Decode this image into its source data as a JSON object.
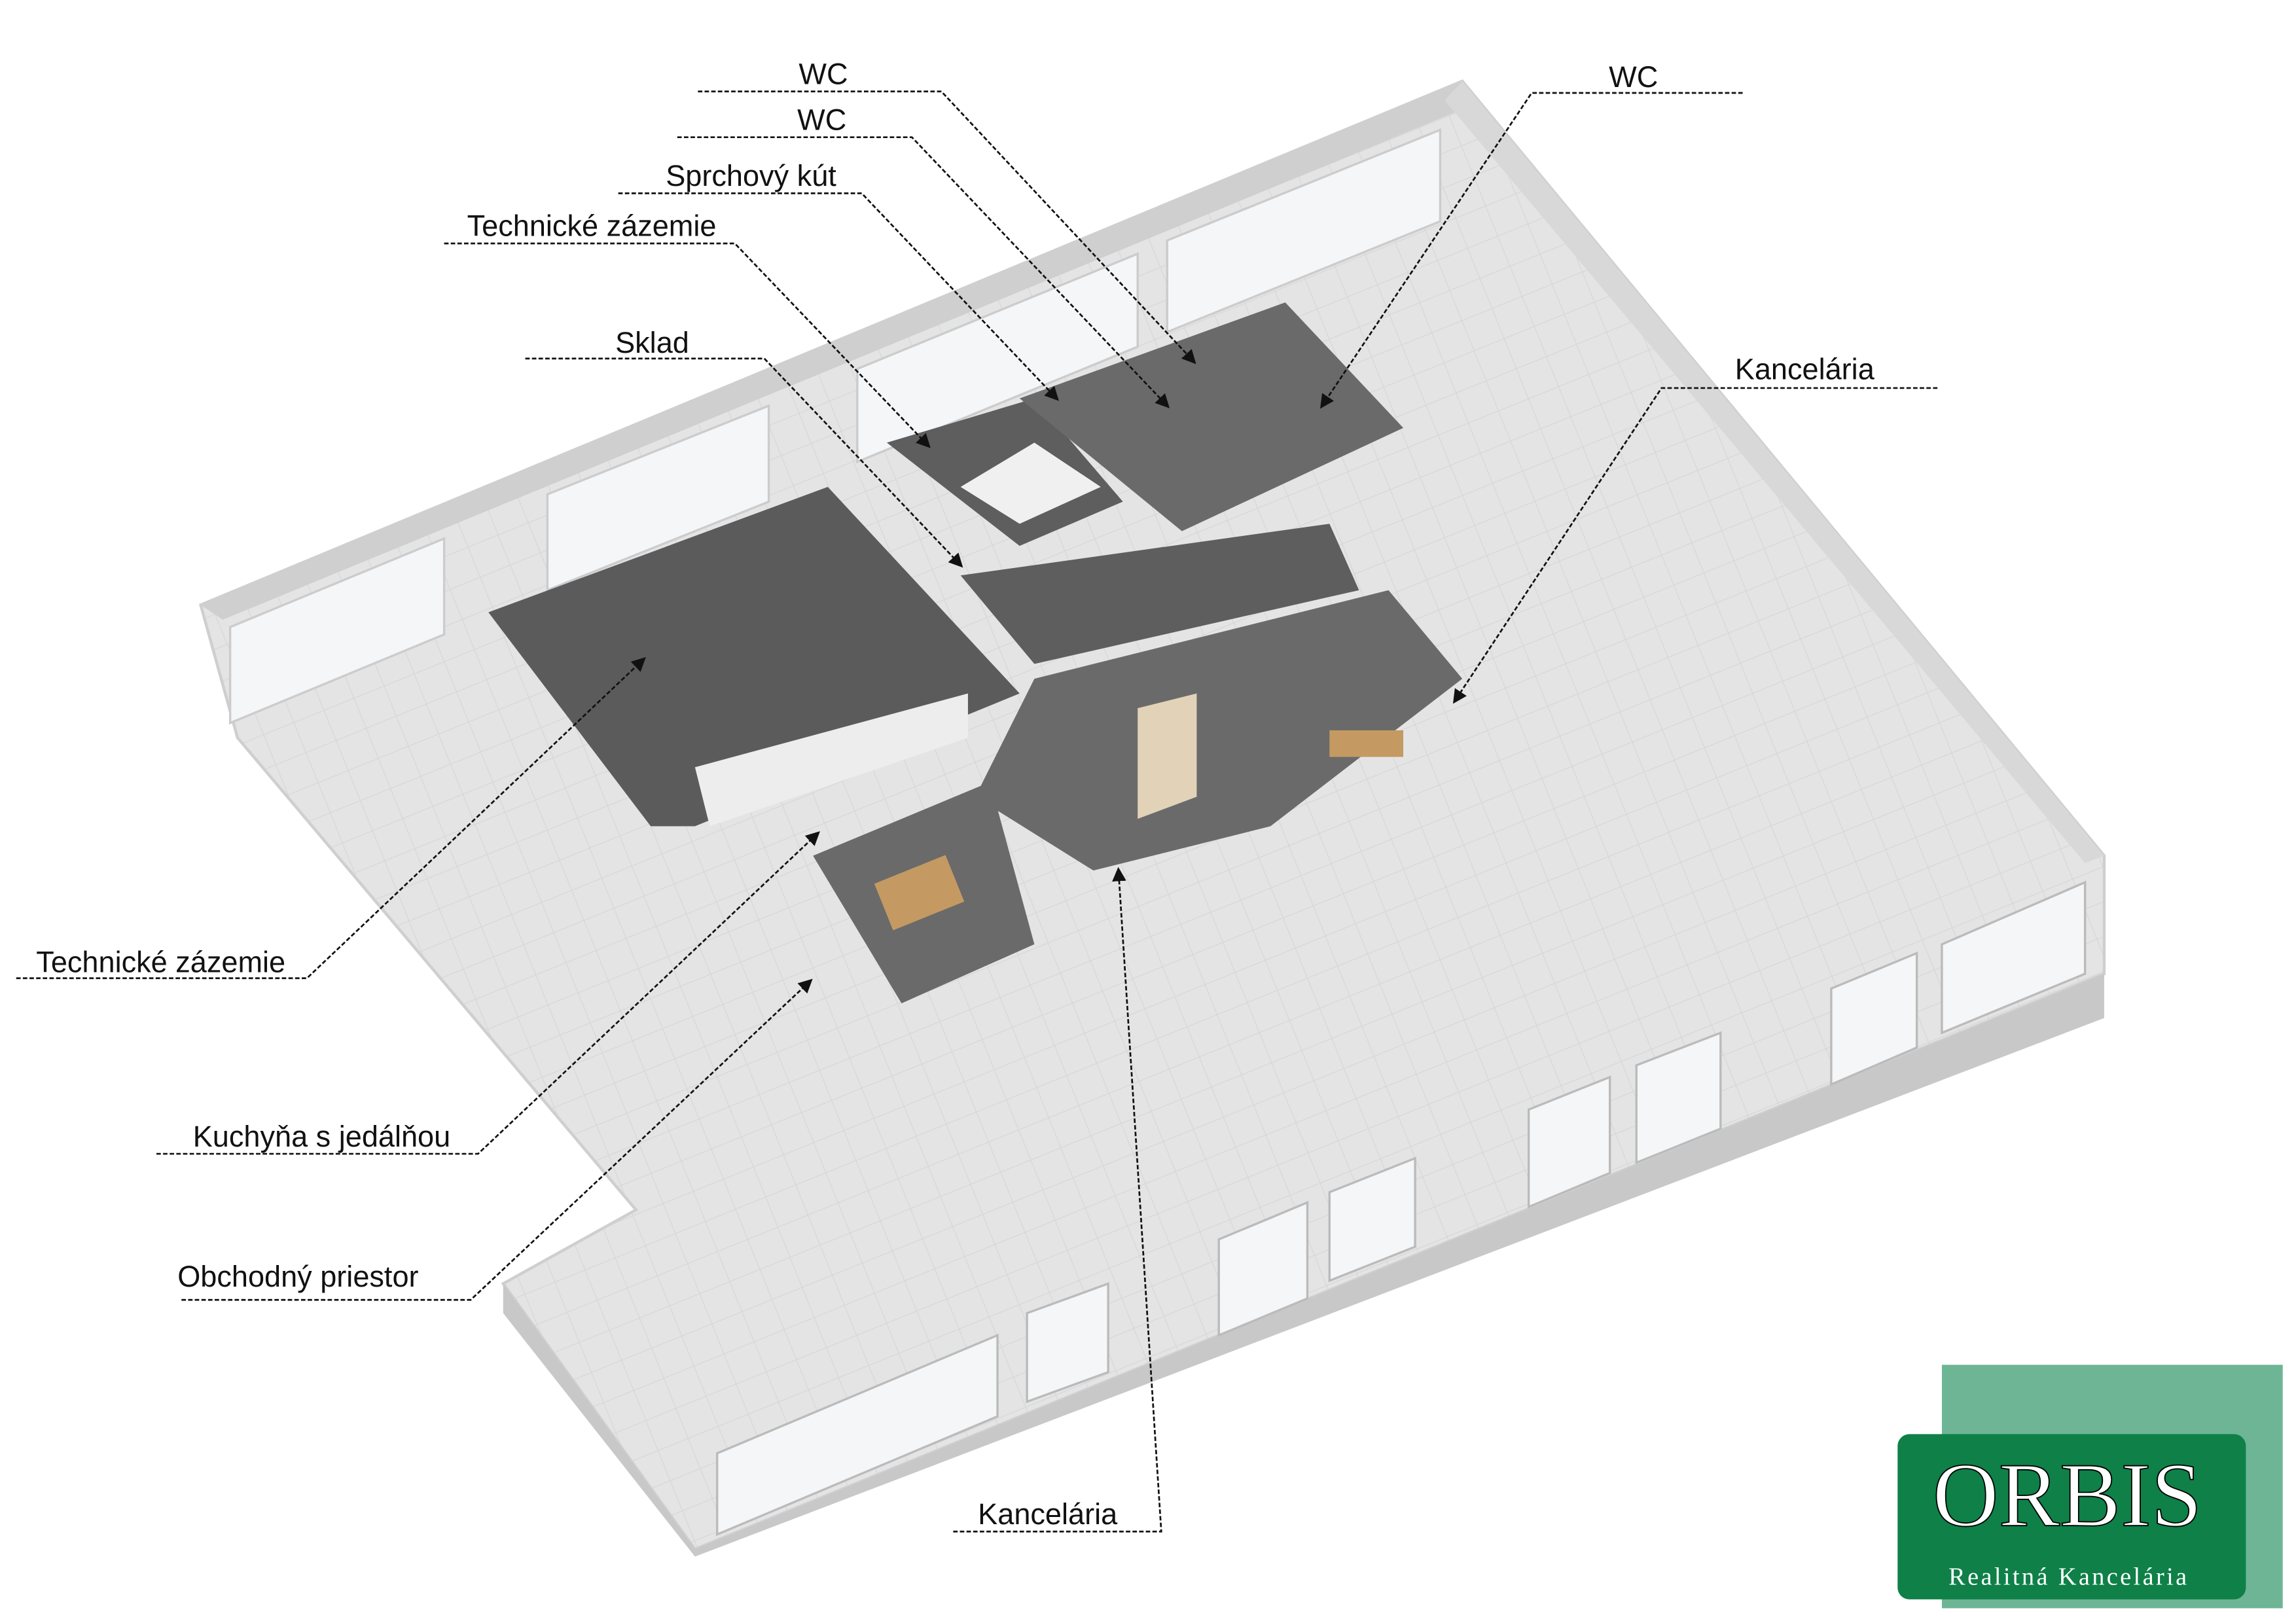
{
  "labels": {
    "wc_1": "WC",
    "wc_2": "WC",
    "shower": "Sprchový kút",
    "technical_top": "Technické zázemie",
    "storage": "Sklad",
    "wc_right": "WC",
    "office_right": "Kancelária",
    "technical_left": "Technické zázemie",
    "kitchen": "Kuchyňa s jedálňou",
    "shop": "Obchodný priestor",
    "office_bottom": "Kancelária"
  },
  "logo": {
    "name": "ORBIS",
    "subtitle": "Realitná Kancelária",
    "color_dark": "#0e8048",
    "color_light": "#6db594"
  }
}
